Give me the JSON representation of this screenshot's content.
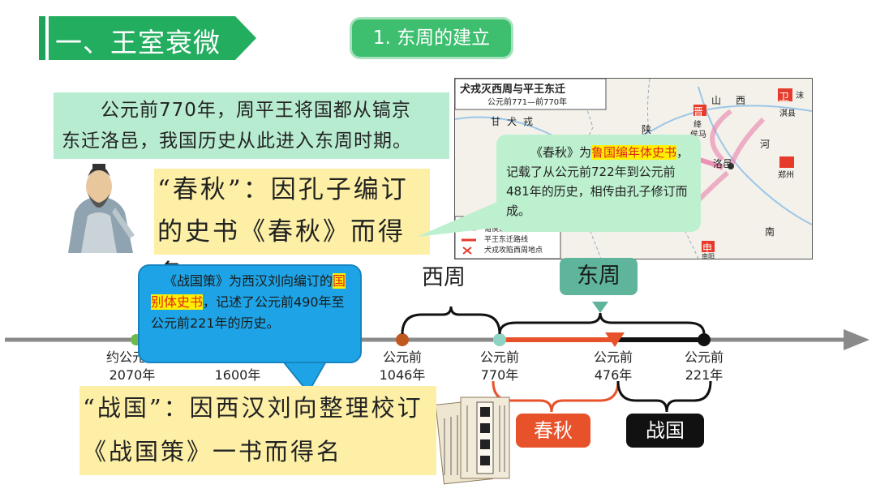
{
  "title": "一、王室衰微",
  "section": "1. 东周的建立",
  "intro_lines": [
    "公元前770年，周平王将国都从镐京",
    "东迁洛邑，我国历史从此进入东周时期。"
  ],
  "chunqiu_lines": [
    "“春秋”：因孔子编订",
    "的史书《春秋》而得名"
  ],
  "zhanguo_lines": [
    "“战国”：因西汉刘向整理校订",
    "《战国策》一书而得名"
  ],
  "map": {
    "title": "犬戎灭西周与平王东迁",
    "subtitle": "公元前771—前770年",
    "places": [
      "山",
      "西",
      "甘",
      "犬",
      "戎",
      "南",
      "陕",
      "河",
      "洛邑",
      "郑州",
      "晋",
      "绛",
      "侯马",
      "卫",
      "淇县",
      "申",
      "南阳",
      "南",
      "沫"
    ],
    "legend": [
      "诸侯勤王路线",
      "平王东迁路线",
      "犬戎攻陷西周地点"
    ]
  },
  "callout_green": {
    "pre": "《春秋》为",
    "highlight": "鲁国编年体史书",
    "post": "，记载了从公元前722年到公元前481年的历史，相传由孔子修订而成。"
  },
  "callout_blue": {
    "pre": "《战国策》为西汉刘向编订的",
    "highlight": "国别体史书",
    "post": "，记述了公元前490年至公元前221年的历史。"
  },
  "timeline": {
    "labels": [
      {
        "line1": "约公元前",
        "line2": "2070年"
      },
      {
        "line1": "",
        "line2": "1600年"
      },
      {
        "line1": "公元前",
        "line2": "1046年"
      },
      {
        "line1": "公元前",
        "line2": "770年"
      },
      {
        "line1": "公元前",
        "line2": "476年"
      },
      {
        "line1": "公元前",
        "line2": "221年"
      }
    ],
    "xizhou": "西周",
    "dongzhou": "东周",
    "chunqiu": "春秋",
    "zhanguo": "战国"
  },
  "colors": {
    "green": "#23ad5f",
    "orange": "#e8522a",
    "teal": "#5fb49c",
    "brown": "#c0581f"
  }
}
